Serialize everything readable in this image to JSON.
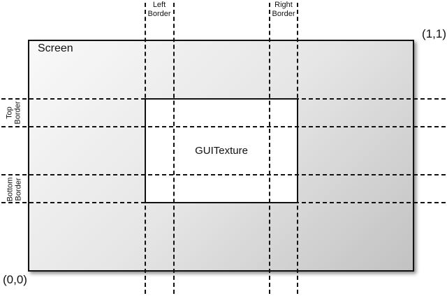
{
  "labels": {
    "screen": "Screen",
    "texture": "GUITexture",
    "corner_top_right": "(1,1)",
    "corner_bottom_left": "(0,0)",
    "left_border": {
      "line1": "Left",
      "line2": "Border"
    },
    "right_border": {
      "line1": "Right",
      "line2": "Border"
    },
    "top_border": {
      "line1": "Top",
      "line2": "Border"
    },
    "bottom_border": {
      "line1": "Bottom",
      "line2": "Border"
    }
  },
  "colors": {
    "background": "#ffffff",
    "line": "#111111",
    "text": "#111111",
    "screen_gradient_start": "#f9f9f9",
    "screen_gradient_end": "#c2c2c2",
    "texture_fill": "#ffffff",
    "shadow": "rgba(0,0,0,0.45)"
  }
}
